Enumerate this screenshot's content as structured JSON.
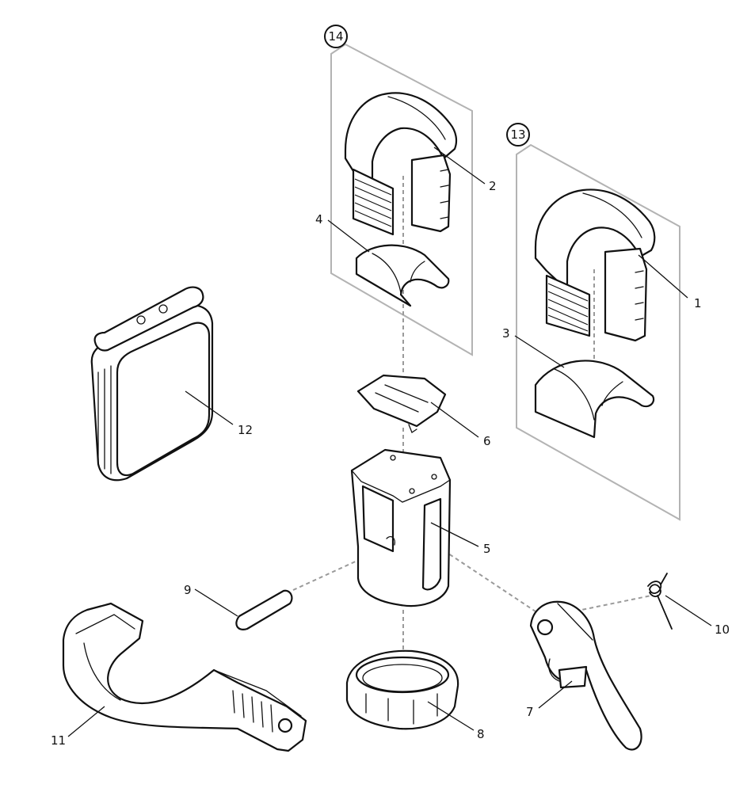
{
  "diagram": {
    "groups": [
      {
        "id": "group-14",
        "label": "14"
      },
      {
        "id": "group-13",
        "label": "13"
      }
    ],
    "callouts": [
      {
        "id": "part-1",
        "label": "1"
      },
      {
        "id": "part-2",
        "label": "2"
      },
      {
        "id": "part-3",
        "label": "3"
      },
      {
        "id": "part-4",
        "label": "4"
      },
      {
        "id": "part-5",
        "label": "5"
      },
      {
        "id": "part-6",
        "label": "6"
      },
      {
        "id": "part-7",
        "label": "7"
      },
      {
        "id": "part-8",
        "label": "8"
      },
      {
        "id": "part-9",
        "label": "9"
      },
      {
        "id": "part-10",
        "label": "10"
      },
      {
        "id": "part-11",
        "label": "11"
      },
      {
        "id": "part-12",
        "label": "12"
      }
    ]
  }
}
